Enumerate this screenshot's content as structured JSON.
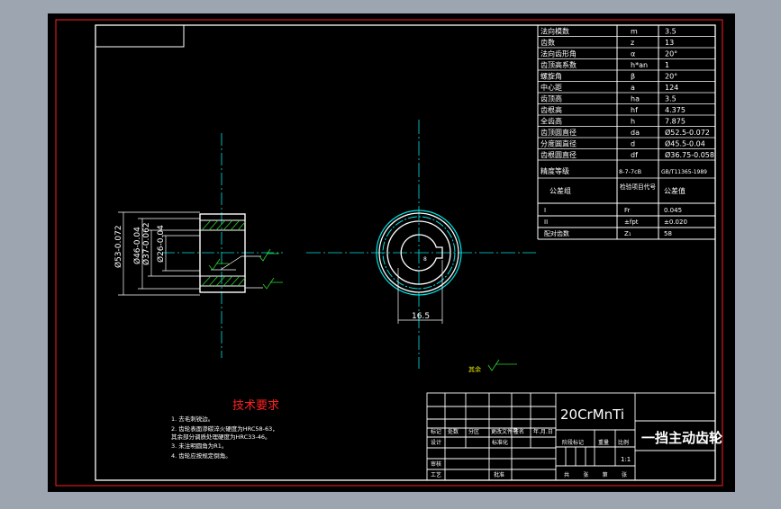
{
  "colors": {
    "frame": "#ffffff",
    "red": "#ff2020",
    "cyan": "#00e5e5",
    "green": "#2bd22b",
    "yellow": "#e8e800",
    "bg": "#000000",
    "outer": "#9ca5b0"
  },
  "params": [
    {
      "name": "法向模数",
      "sym": "m",
      "val": "3.5"
    },
    {
      "name": "齿数",
      "sym": "z",
      "val": "13"
    },
    {
      "name": "法向齿形角",
      "sym": "α",
      "val": "20°"
    },
    {
      "name": "齿顶高系数",
      "sym": "h*an",
      "val": "1"
    },
    {
      "name": "螺旋角",
      "sym": "β",
      "val": "20°"
    },
    {
      "name": "中心距",
      "sym": "a",
      "val": "124"
    },
    {
      "name": "齿顶高",
      "sym": "ha",
      "val": "3.5"
    },
    {
      "name": "齿根高",
      "sym": "hf",
      "val": "4.375"
    },
    {
      "name": "全齿高",
      "sym": "h",
      "val": "7.875"
    },
    {
      "name": "齿顶圆直径",
      "sym": "da",
      "val": "Ø52.5-0.072"
    },
    {
      "name": "分度圆直径",
      "sym": "d",
      "val": "Ø45.5-0.04"
    },
    {
      "name": "齿根圆直径",
      "sym": "df",
      "val": "Ø36.75-0.058"
    }
  ],
  "precision": {
    "label": "精度等级",
    "value": "8-7-7cB",
    "standard": "GB/T11365-1989"
  },
  "tolerance": {
    "header_group": "公差组",
    "header_item": "检验项目代号",
    "header_value": "公差值",
    "rows": [
      {
        "group": "I",
        "code": "Fr",
        "value": "0.045"
      },
      {
        "group": "II",
        "code": "±fpt",
        "value": "±0.020"
      },
      {
        "group": "配对齿数",
        "code": "Z₁",
        "value": "58"
      }
    ]
  },
  "tech": {
    "title": "技术要求",
    "items": [
      "1. 去毛刺锐边。",
      "2. 齿轮表面渗碳淬火硬度为HRC58-63，其余部分调质处理硬度为HRC33-46。",
      "3. 未注明圆角为R1。",
      "4. 齿轮应按规定倒角。"
    ]
  },
  "dims": {
    "d1": "Ø53-0.072",
    "d2": "Ø46-0.04",
    "d3": "Ø37-0.062",
    "d4": "Ø26-0.04",
    "key": "16.5",
    "rest_label": "其余"
  },
  "title_block": {
    "material": "20CrMnTi",
    "part_name": "一挡主动齿轮",
    "scale": "1:1",
    "headers1": [
      "标记",
      "处数",
      "分区",
      "更改文件号",
      "签名",
      "年.月.日"
    ],
    "headers2": [
      "设计",
      "标准化"
    ],
    "headers3": [
      "阶段标记",
      "重量",
      "比例"
    ],
    "audit": "审核",
    "craft": "工艺",
    "approve": "批准",
    "sheets": "共 张 第 张"
  }
}
